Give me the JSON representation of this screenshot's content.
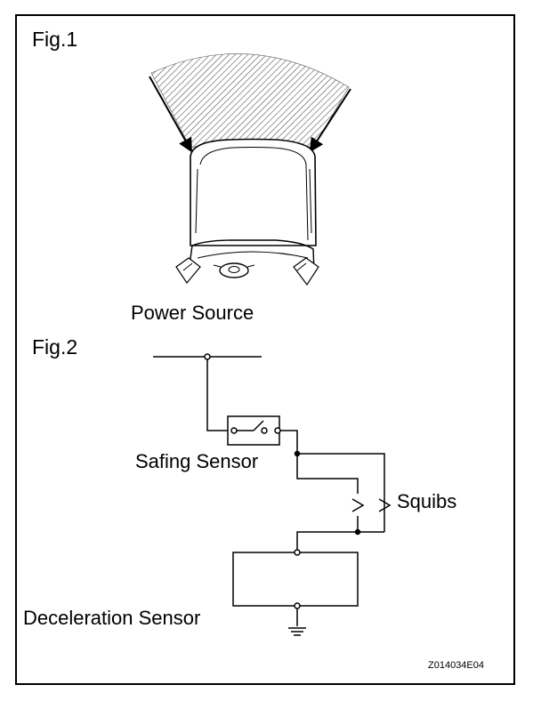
{
  "figures": {
    "fig1": {
      "label": "Fig.1",
      "caption": "Power Source"
    },
    "fig2": {
      "label": "Fig.2",
      "safing_sensor": "Safing Sensor",
      "squibs": "Squibs",
      "deceleration_sensor": "Deceleration Sensor"
    }
  },
  "code": "Z014034E04"
}
